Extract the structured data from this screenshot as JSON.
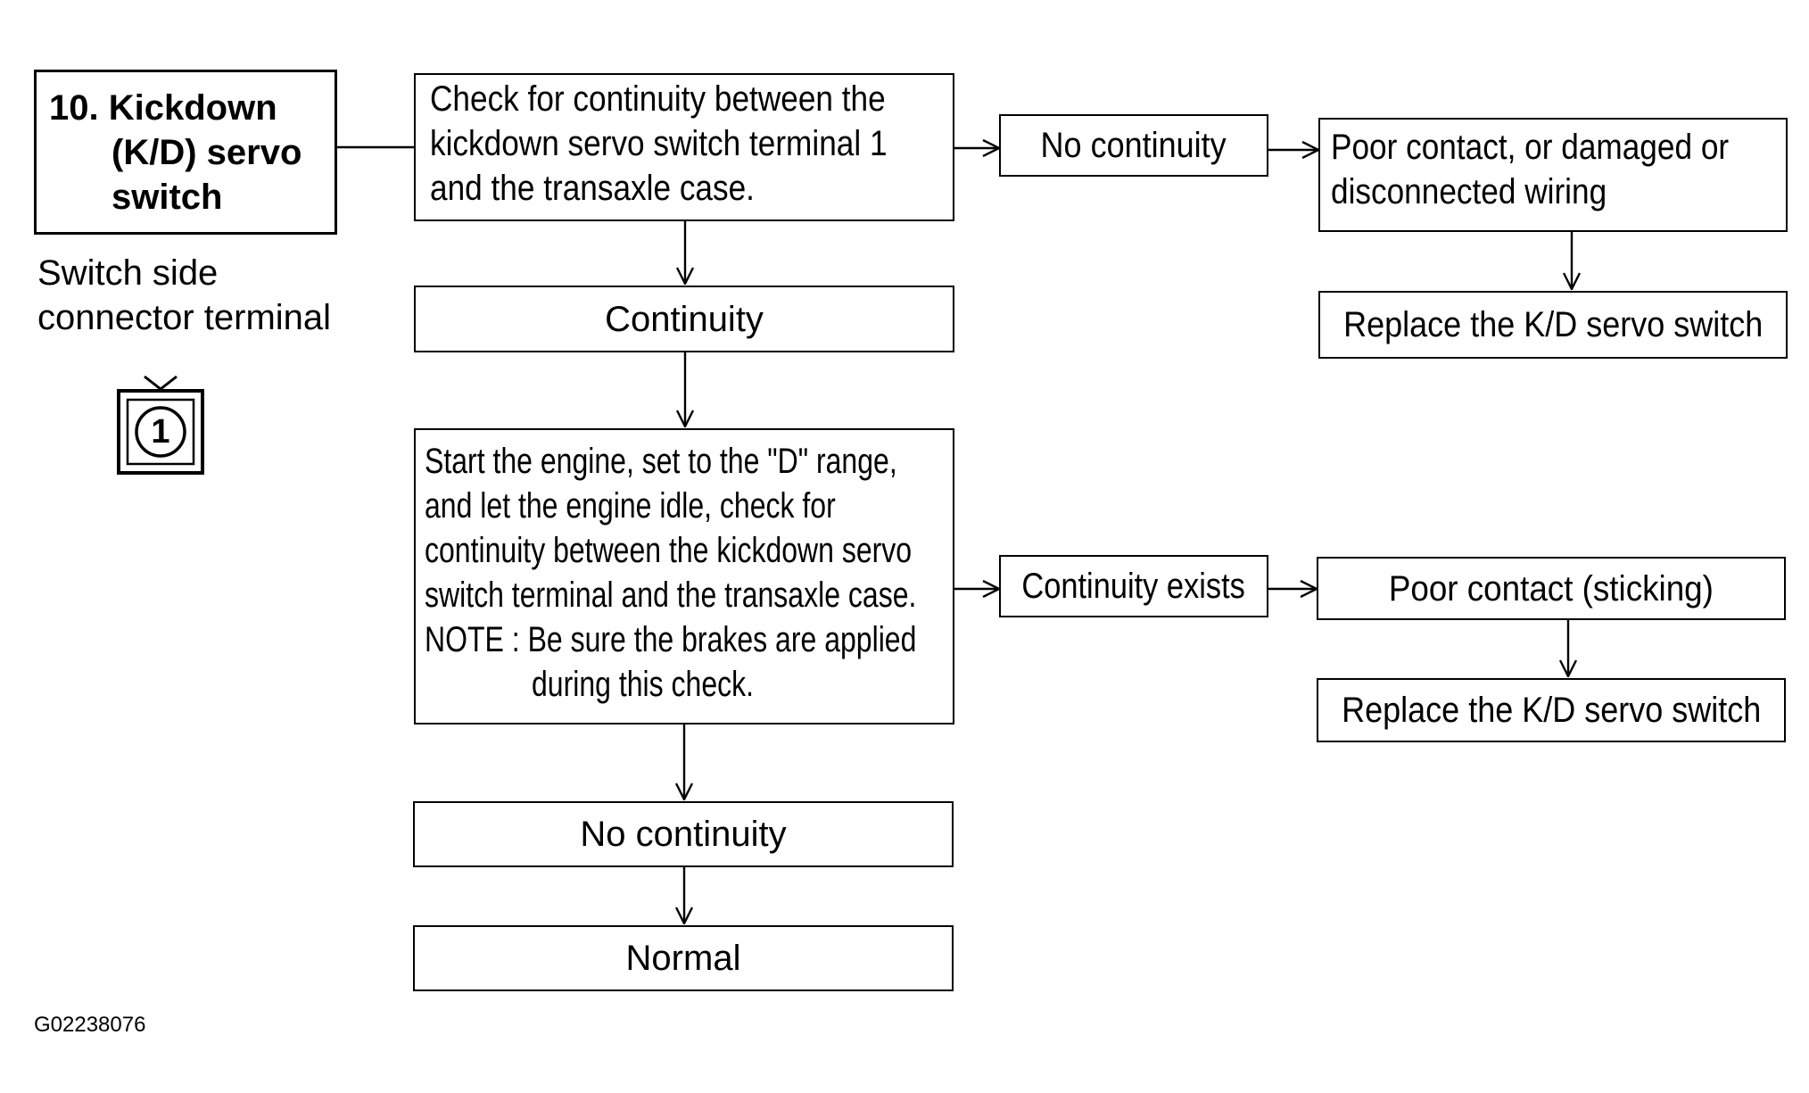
{
  "title": {
    "line1": "10. Kickdown",
    "line2": "(K/D) servo",
    "line3": "switch"
  },
  "connector": {
    "caption_line1": "Switch side",
    "caption_line2": "connector terminal",
    "terminal_number": "1",
    "icon": "connector-terminal-icon"
  },
  "steps": {
    "check1": {
      "line1": "Check for continuity between the",
      "line2": "kickdown servo switch terminal 1",
      "line3": "and the transaxle case."
    },
    "result_no_continuity_1": "No continuity",
    "cause1": {
      "line1": "Poor contact, or damaged or",
      "line2": "disconnected wiring"
    },
    "action1": "Replace the K/D servo switch",
    "result_continuity": "Continuity",
    "check2": {
      "line1": "Start the engine, set to the \"D\" range,",
      "line2": "and let the engine idle, check for",
      "line3": "continuity between the kickdown servo",
      "line4": "switch terminal and the transaxle case.",
      "line5": "NOTE : Be sure the brakes are applied",
      "line6": "during this check."
    },
    "result_continuity_exists": "Continuity exists",
    "cause2": "Poor contact (sticking)",
    "action2": "Replace the K/D servo switch",
    "result_no_continuity_2": "No continuity",
    "result_normal": "Normal"
  },
  "figure_id": "G02238076"
}
